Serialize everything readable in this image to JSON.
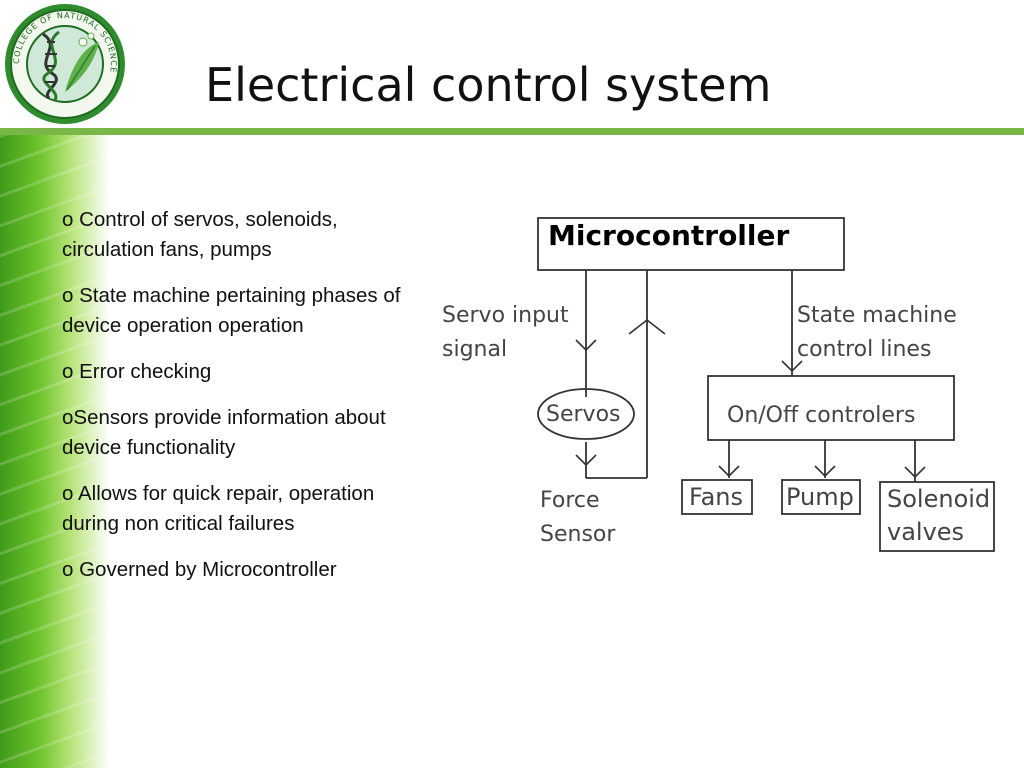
{
  "slide": {
    "title": "Electrical control system",
    "logo_text": "COLLEGE OF NATURAL SCIENCE",
    "bullets": [
      "o Control of servos, solenoids, circulation fans, pumps",
      "o State machine pertaining phases of device operation operation",
      "o Error checking",
      "oSensors provide information about device functionality",
      "o Allows for quick repair, operation during non critical failures",
      "o Governed by Microcontroller"
    ]
  },
  "diagram": {
    "microcontroller": "Microcontroller",
    "servo_input_line1": "Servo input",
    "servo_input_line2": "signal",
    "servos": "Servos",
    "force_line1": "Force",
    "force_line2": "Sensor",
    "state_line1": "State machine",
    "state_line2": "control lines",
    "onoff": "On/Off controlers",
    "fans": "Fans",
    "pump": "Pump",
    "solenoid_line1": "Solenoid",
    "solenoid_line2": "valves"
  },
  "colors": {
    "accent_green": "#7ab648",
    "band_green": "#6cc32a",
    "logo_green": "#2e8b2e"
  }
}
